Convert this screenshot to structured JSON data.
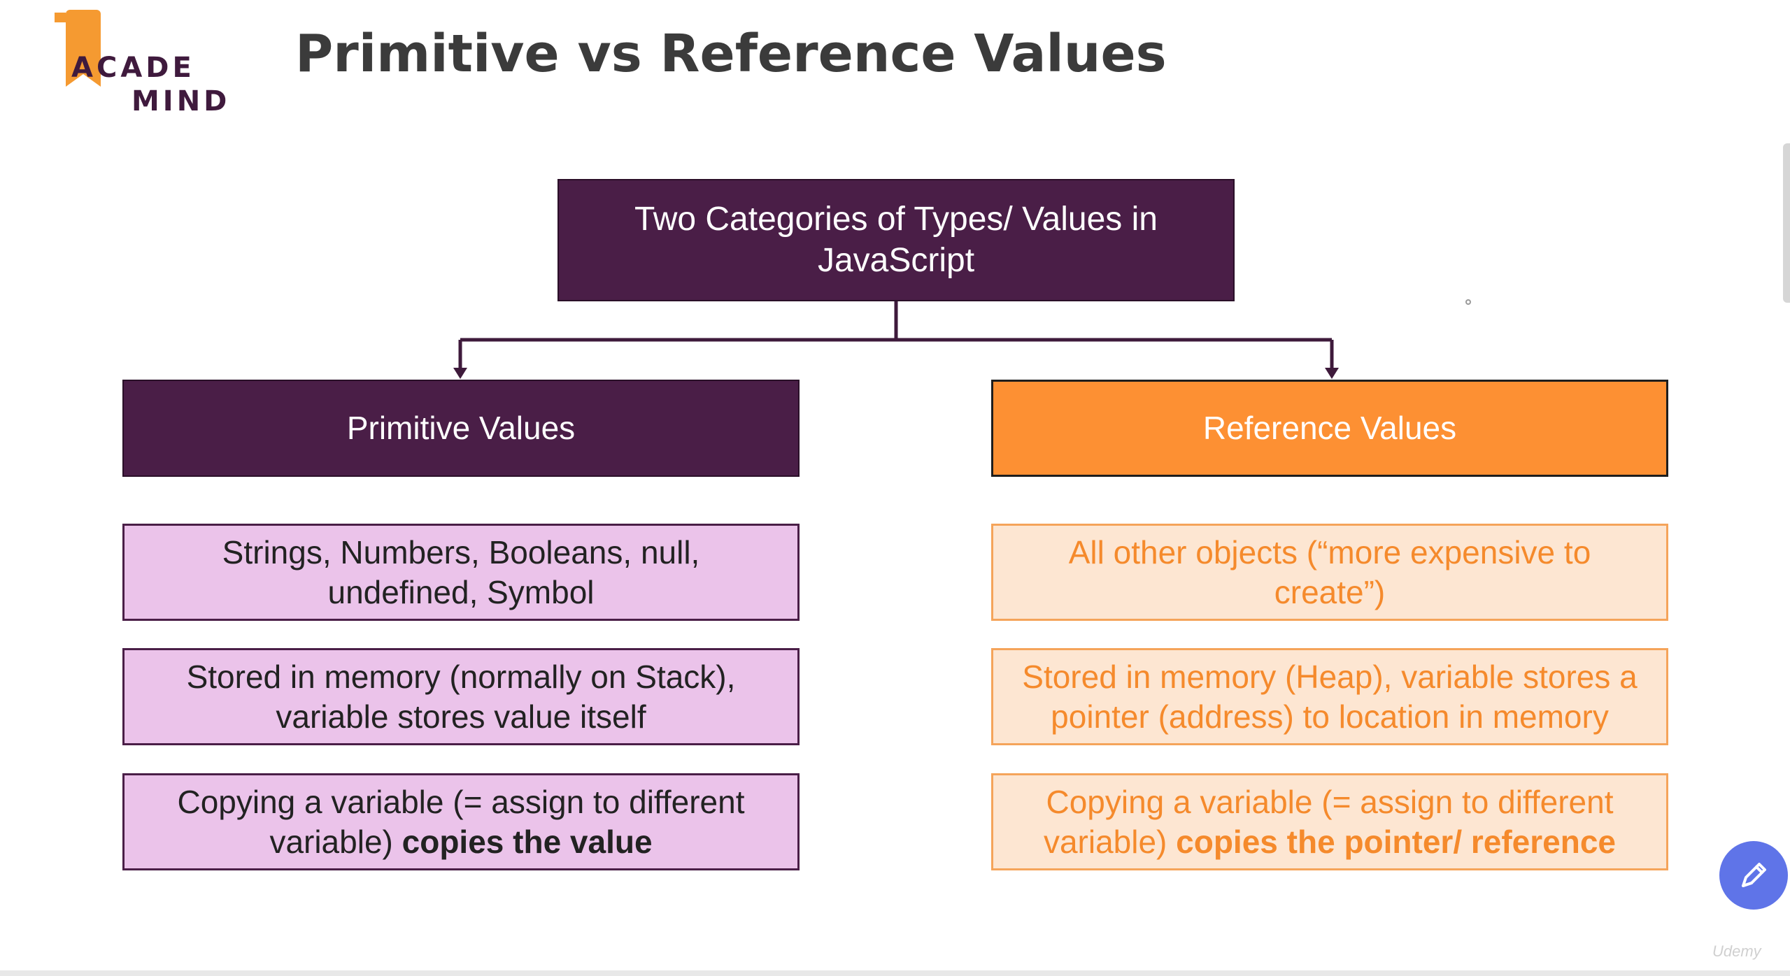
{
  "logo": {
    "line1": "ACADE",
    "line2": "MIND"
  },
  "title": "Primitive vs Reference Values",
  "root": {
    "label": "Two Categories of Types/ Values in JavaScript"
  },
  "primitive": {
    "header": "Primitive Values",
    "items": [
      {
        "text": "Strings, Numbers, Booleans, null, undefined, Symbol",
        "bold": ""
      },
      {
        "text": "Stored in memory (normally on Stack), variable stores value itself",
        "bold": ""
      },
      {
        "text": "Copying a variable (= assign to different variable) ",
        "bold": "copies the value"
      }
    ]
  },
  "reference": {
    "header": "Reference Values",
    "items": [
      {
        "text": "All other objects (“more expensive to create”)",
        "bold": ""
      },
      {
        "text": "Stored in memory (Heap), variable stores a pointer (address) to location in memory",
        "bold": ""
      },
      {
        "text": "Copying a variable (= assign to different variable) ",
        "bold": "copies the pointer/ reference"
      }
    ]
  },
  "watermark": "Udemy",
  "icons": {
    "edit": "pencil-icon"
  },
  "colors": {
    "purple": "#4a1e47",
    "orange": "#fd9033",
    "pink": "#ebc3ea",
    "peach": "#fde6d2"
  }
}
